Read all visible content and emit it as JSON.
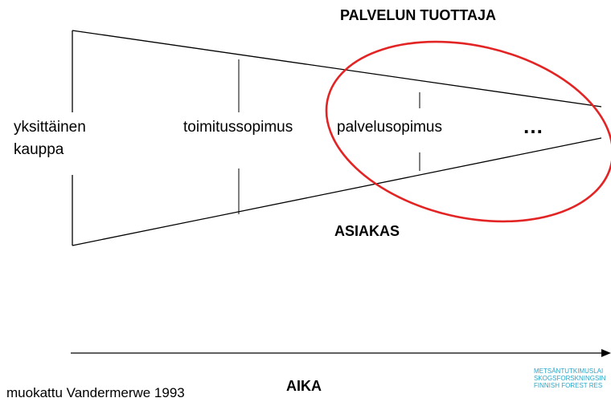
{
  "labels": {
    "provider": "PALVELUN TUOTTAJA",
    "customer": "ASIAKAS",
    "stage_1_line1": "yksittäinen",
    "stage_1_line2": "kauppa",
    "stage_2": "toimitussopimus",
    "stage_3": "palvelusopimus",
    "stage_more": "…",
    "time_axis": "AIKA",
    "source": "muokattu Vandermerwe 1993"
  },
  "logo": {
    "line1": "METSÄNTUTKIMUSLAI",
    "line2": "SKOGSFORSKNINGSIN",
    "line3": "FINNISH FOREST RES",
    "color": "#2aa6c8"
  },
  "colors": {
    "lines": "#000000",
    "highlight_ellipse": "#e32424"
  }
}
